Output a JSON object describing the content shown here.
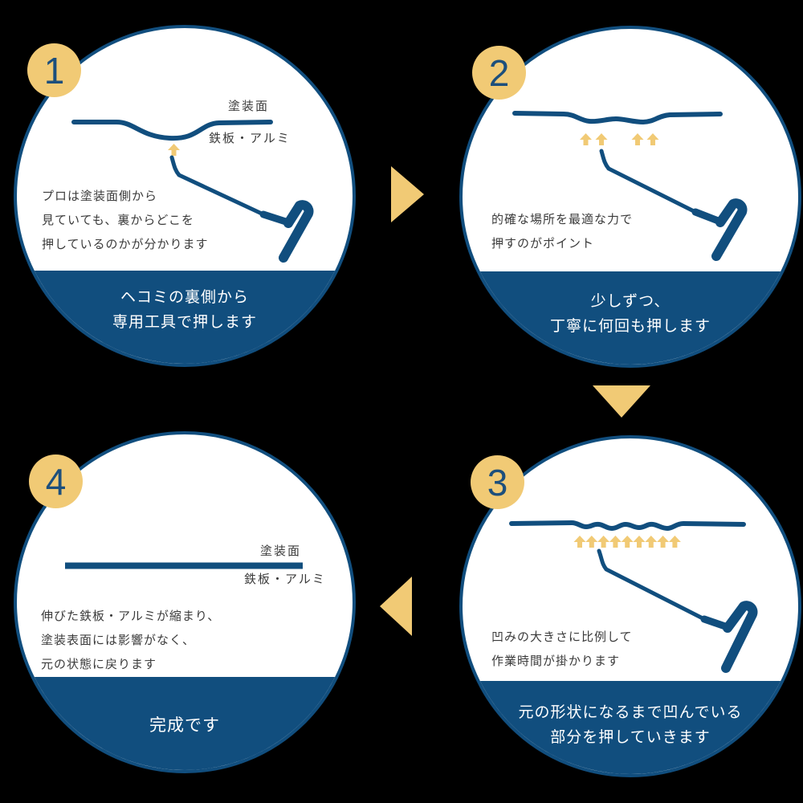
{
  "colors": {
    "background": "#000000",
    "navy": "#114E7E",
    "gold": "#F1CA75",
    "text": "#3B3B3B",
    "caption_text": "#FFFFFF"
  },
  "steps": [
    {
      "number": "1",
      "surface_label": "塗装面",
      "metal_label": "鉄板・アルミ",
      "description_lines": [
        "プロは塗装面側から",
        "見ていても、裏からどこを",
        "押しているのかが分かります"
      ],
      "caption_lines": [
        "ヘコミの裏側から",
        "専用工具で押します"
      ]
    },
    {
      "number": "2",
      "description_lines": [
        "的確な場所を最適な力で",
        "押すのがポイント"
      ],
      "caption_lines": [
        "少しずつ、",
        "丁寧に何回も押します"
      ]
    },
    {
      "number": "3",
      "description_lines": [
        "凹みの大きさに比例して",
        "作業時間が掛かります"
      ],
      "caption_lines": [
        "元の形状になるまで凹んでいる",
        "部分を押していきます"
      ]
    },
    {
      "number": "4",
      "surface_label": "塗装面",
      "metal_label": "鉄板・アルミ",
      "description_lines": [
        "伸びた鉄板・アルミが縮まり、",
        "塗装表面には影響がなく、",
        "元の状態に戻ります"
      ],
      "caption_lines": [
        "完成です"
      ]
    }
  ]
}
